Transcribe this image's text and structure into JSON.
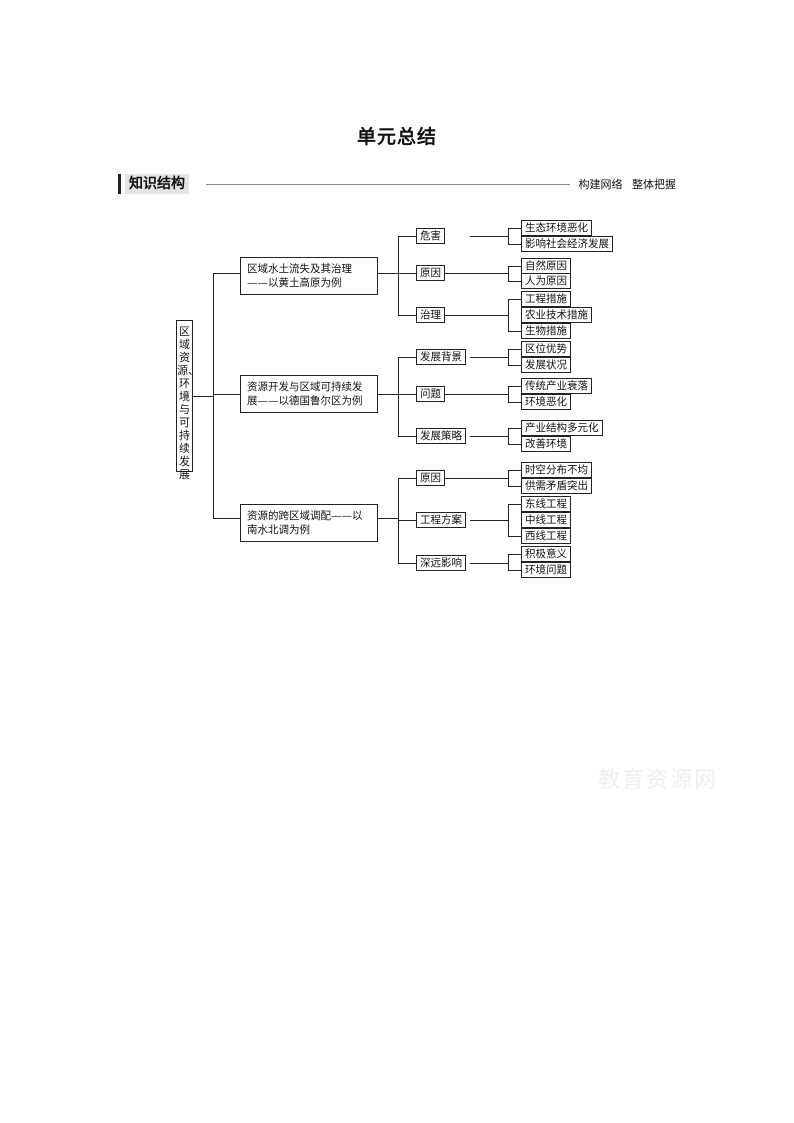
{
  "title": "单元总结",
  "section": {
    "label": "知识结构",
    "tags": [
      "构建网络",
      "整体把握"
    ]
  },
  "diagram": {
    "root": "区域资源、环境与可持续发展",
    "branches": [
      {
        "label": "区域水土流失及其治理——以黄土高原为例",
        "subs": [
          {
            "label": "危害",
            "leaves": [
              "生态环境恶化",
              "影响社会经济发展"
            ]
          },
          {
            "label": "原因",
            "leaves": [
              "自然原因",
              "人为原因"
            ]
          },
          {
            "label": "治理",
            "leaves": [
              "工程措施",
              "农业技术措施",
              "生物措施"
            ]
          }
        ]
      },
      {
        "label": "资源开发与区域可持续发展——以德国鲁尔区为例",
        "subs": [
          {
            "label": "发展背景",
            "leaves": [
              "区位优势",
              "发展状况"
            ]
          },
          {
            "label": "问题",
            "leaves": [
              "传统产业衰落",
              "环境恶化"
            ]
          },
          {
            "label": "发展策略",
            "leaves": [
              "产业结构多元化",
              "改善环境"
            ]
          }
        ]
      },
      {
        "label": "资源的跨区域调配——以南水北调为例",
        "subs": [
          {
            "label": "原因",
            "leaves": [
              "时空分布不均",
              "供需矛盾突出"
            ]
          },
          {
            "label": "工程方案",
            "leaves": [
              "东线工程",
              "中线工程",
              "西线工程"
            ]
          },
          {
            "label": "深远影响",
            "leaves": [
              "积极意义",
              "环境问题"
            ]
          }
        ]
      }
    ]
  },
  "watermark": "教育资源网"
}
